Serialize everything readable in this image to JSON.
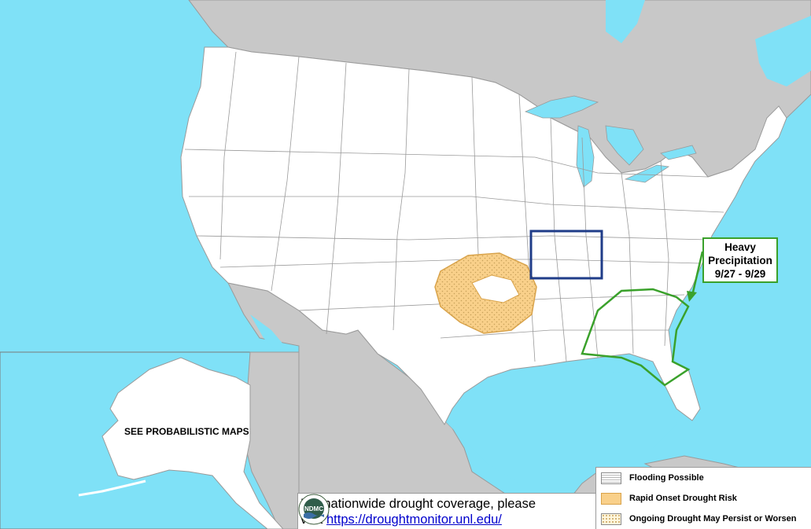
{
  "alaska": {
    "note": "SEE PROBABILISTIC MAPS"
  },
  "callout": {
    "line1": "Heavy",
    "line2": "Precipitation",
    "line3": "9/27 - 9/29"
  },
  "footer": {
    "line1": "For nationwide drought coverage, please",
    "line2_prefix": "visit ",
    "link": "https://droughtmonitor.unl.edu/",
    "logo_text": "NDMC"
  },
  "legend": {
    "items": [
      {
        "label": "Flooding Possible"
      },
      {
        "label": "Rapid Onset Drought Risk"
      },
      {
        "label": "Ongoing Drought May Persist or Worsen"
      }
    ]
  },
  "colors": {
    "ocean": "#7fe1f7",
    "land_foreign": "#c8c8c8",
    "land_us": "#ffffff",
    "state_border": "#9a9a9a",
    "rapid_onset": "#f9d08a",
    "ongoing_dots": "#c8a15a",
    "heavy_precip": "#3aa12b",
    "flooding_box": "#1f3c88"
  }
}
